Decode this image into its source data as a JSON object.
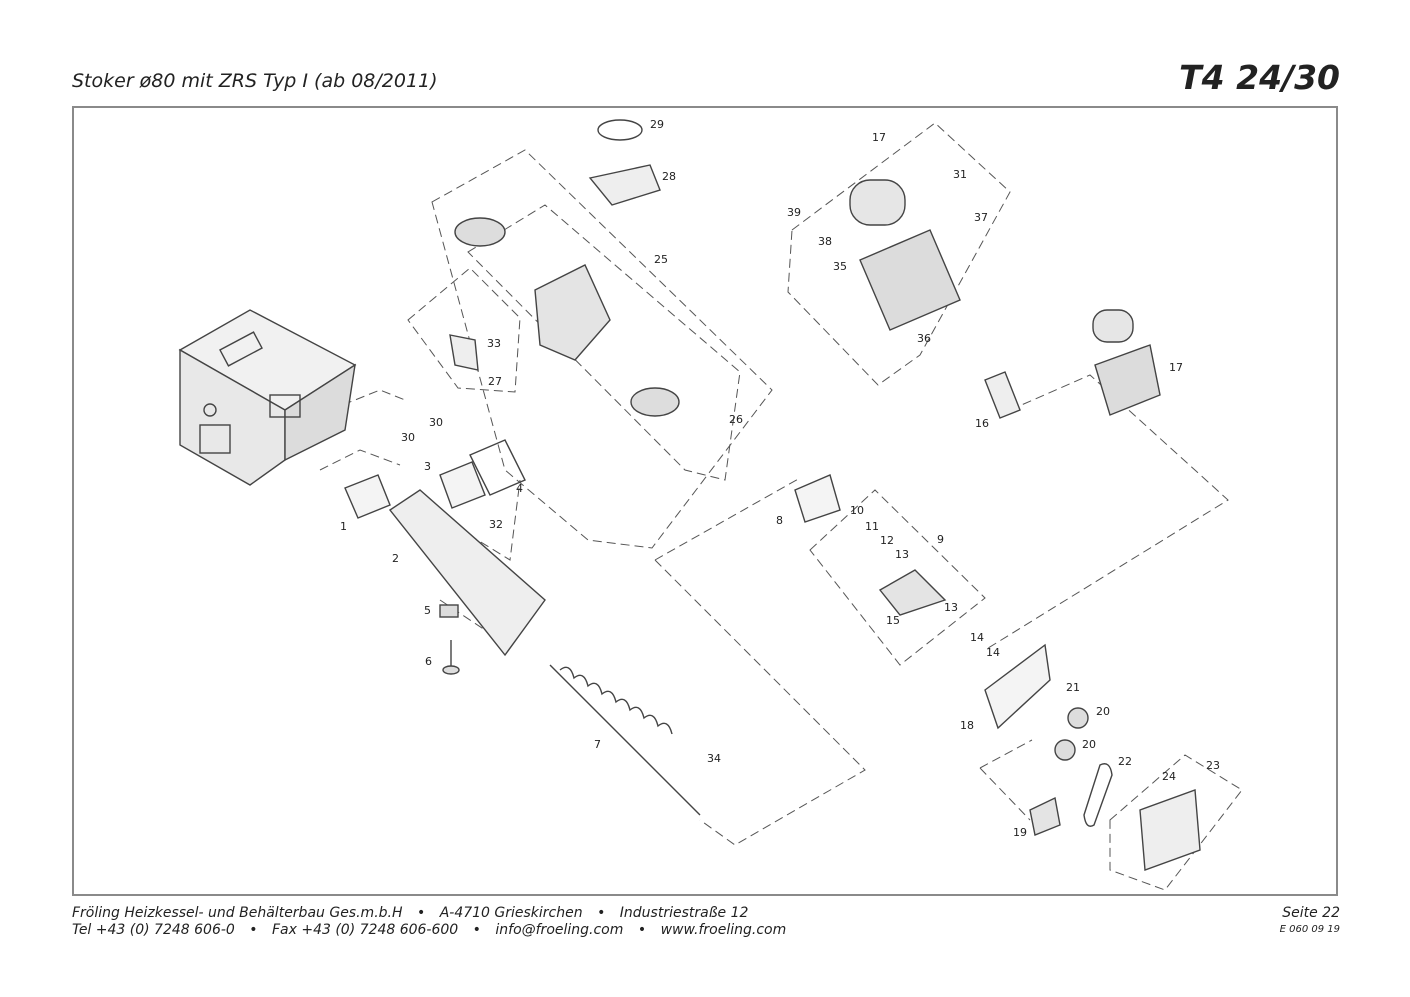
{
  "header": {
    "title": "Stoker ø80 mit ZRS Typ I (ab 08/2011)",
    "model": "T4 24/30"
  },
  "diagram": {
    "callouts": [
      "1",
      "2",
      "3",
      "4",
      "5",
      "6",
      "7",
      "8",
      "9",
      "10",
      "11",
      "12",
      "13",
      "13",
      "14",
      "14",
      "15",
      "16",
      "17",
      "17",
      "18",
      "19",
      "20",
      "20",
      "21",
      "22",
      "23",
      "24",
      "25",
      "26",
      "27",
      "28",
      "29",
      "30",
      "30",
      "31",
      "32",
      "33",
      "34",
      "35",
      "36",
      "37",
      "38",
      "39"
    ]
  },
  "footer": {
    "company": "Fröling Heizkessel- und Behälterbau Ges.m.b.H",
    "city": "A-4710 Grieskirchen",
    "street": "Industriestraße 12",
    "tel": "Tel +43 (0) 7248 606-0",
    "fax": "Fax +43 (0) 7248 606-600",
    "email": "info@froeling.com",
    "web": "www.froeling.com",
    "bullet": "•",
    "page": "Seite 22",
    "doc_number": "E 060 09 19"
  }
}
